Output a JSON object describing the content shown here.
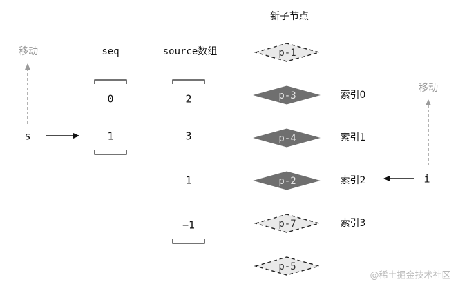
{
  "title": "新子节点",
  "seq_header": "seq",
  "source_header": "source数组",
  "seq_values": [
    "0",
    "1"
  ],
  "source_values": [
    "2",
    "3",
    "1",
    "−1"
  ],
  "nodes": [
    {
      "label": "p-1",
      "style": "dashed"
    },
    {
      "label": "p-3",
      "style": "filled"
    },
    {
      "label": "p-4",
      "style": "filled"
    },
    {
      "label": "p-2",
      "style": "filled"
    },
    {
      "label": "p-7",
      "style": "dashed"
    },
    {
      "label": "p-5",
      "style": "dashed"
    }
  ],
  "index_labels": [
    "索引0",
    "索引1",
    "索引2",
    "索引3"
  ],
  "pointer_s": "s",
  "pointer_i": "i",
  "move_label_left": "移动",
  "move_label_right": "移动",
  "watermark": "@稀土掘金技术社区",
  "colors": {
    "filled": "#6f6f6f",
    "dashed_fill": "#e9e9e9",
    "arrow_gray": "#9a9a9a"
  }
}
